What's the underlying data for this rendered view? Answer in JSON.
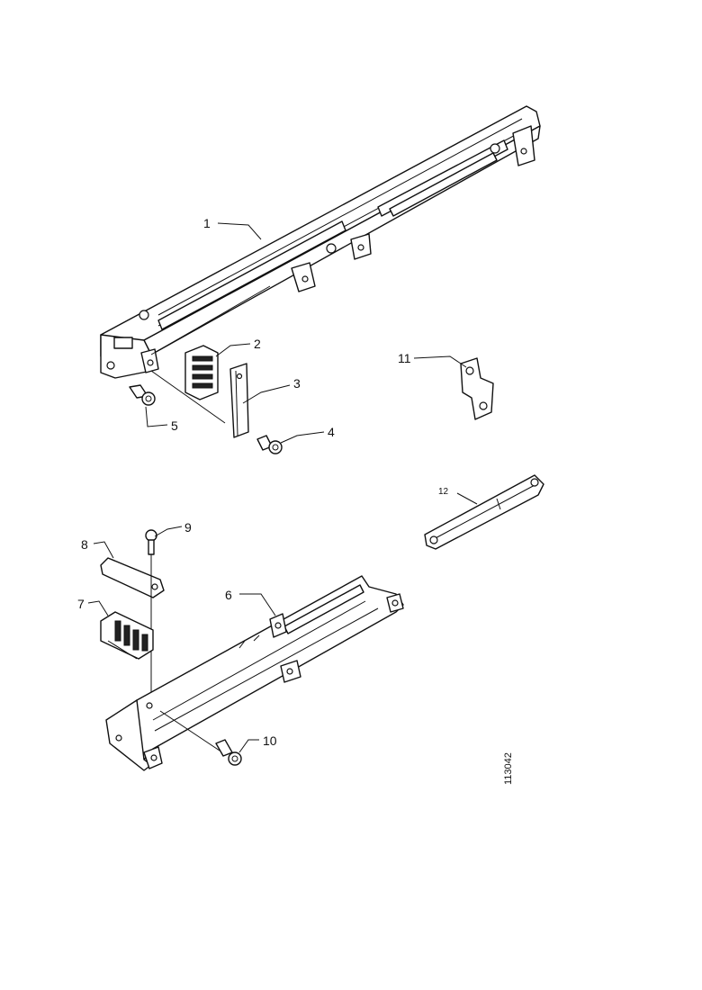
{
  "callouts": [
    {
      "id": "1",
      "text": "1"
    },
    {
      "id": "2",
      "text": "2"
    },
    {
      "id": "3",
      "text": "3"
    },
    {
      "id": "4",
      "text": "4"
    },
    {
      "id": "5",
      "text": "5"
    },
    {
      "id": "6",
      "text": "6"
    },
    {
      "id": "7",
      "text": "7"
    },
    {
      "id": "8",
      "text": "8"
    },
    {
      "id": "9",
      "text": "9"
    },
    {
      "id": "10",
      "text": "10"
    },
    {
      "id": "11",
      "text": "11"
    },
    {
      "id": "12",
      "text": "12"
    }
  ],
  "drawing_number": "113042"
}
